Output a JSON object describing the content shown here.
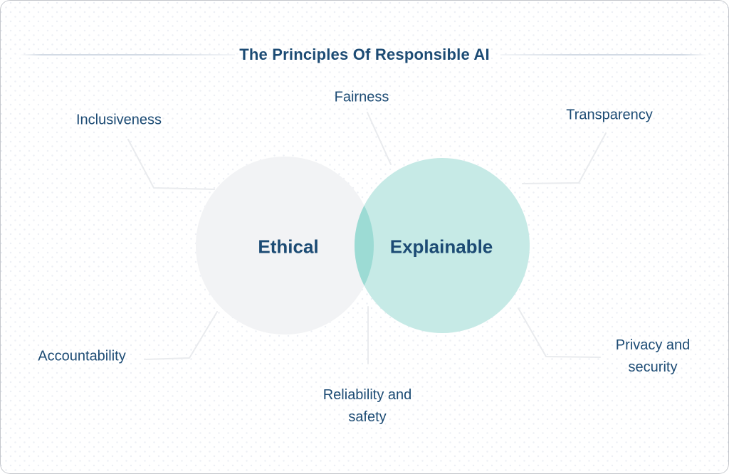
{
  "title": "The Principles Of Responsible AI",
  "colors": {
    "text_navy": "#1c4b74",
    "ethical_circle_fill": "#f2f3f5",
    "explainable_circle_fill": "#c6eae6",
    "overlap_fill": "#9cdbd4",
    "connector_line": "#e9ebee",
    "title_rule": "#d3dbe5"
  },
  "diagram": {
    "circles": [
      {
        "label": "Ethical",
        "fill": "#f2f3f5"
      },
      {
        "label": "Explainable",
        "fill": "#c6eae6"
      }
    ],
    "overlap_fill": "#9cdbd4",
    "principles": [
      {
        "label": "Inclusiveness"
      },
      {
        "label": "Fairness"
      },
      {
        "label": "Transparency"
      },
      {
        "label": "Accountability"
      },
      {
        "label": "Reliability and safety"
      },
      {
        "label": "Privacy and security"
      }
    ]
  }
}
